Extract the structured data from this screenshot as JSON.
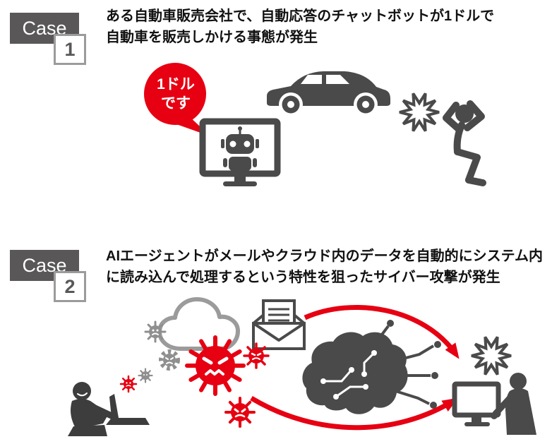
{
  "colors": {
    "dark_gray": "#4a4a4a",
    "badge_gray": "#595757",
    "mid_gray": "#8f8f8f",
    "red": "#e60012",
    "text": "#111111",
    "white": "#ffffff"
  },
  "case1": {
    "badge": {
      "label": "Case",
      "number": "1"
    },
    "heading": [
      "ある自動車販売会社で、自動応答のチャットボットが1ドルで",
      "自動車を販売しかける事態が発生"
    ],
    "speech_bubble": {
      "line1": "1ドル",
      "line2": "です"
    },
    "icons": [
      "speech-bubble",
      "chatbot-monitor-icon",
      "robot-icon",
      "car-icon",
      "collision-starburst-icon",
      "shocked-person-icon"
    ]
  },
  "case2": {
    "badge": {
      "label": "Case",
      "number": "2"
    },
    "heading": [
      "AIエージェントがメールやクラウド内のデータを自動的にシステム内",
      "に読み込んで処理するという特性を狙ったサイバー攻撃が発生"
    ],
    "icons": [
      "cloud-icon",
      "virus-icon-small-gray",
      "gear-virus-icon",
      "virus-icon-large-red",
      "virus-icon-small-red",
      "email-malware-icon",
      "virus-icon-email",
      "ai-brain-icon",
      "attack-arrow-upper",
      "attack-arrow-lower",
      "hacker-icon",
      "shock-starburst-icon",
      "computer-monitor-icon",
      "computer-user-icon"
    ]
  }
}
